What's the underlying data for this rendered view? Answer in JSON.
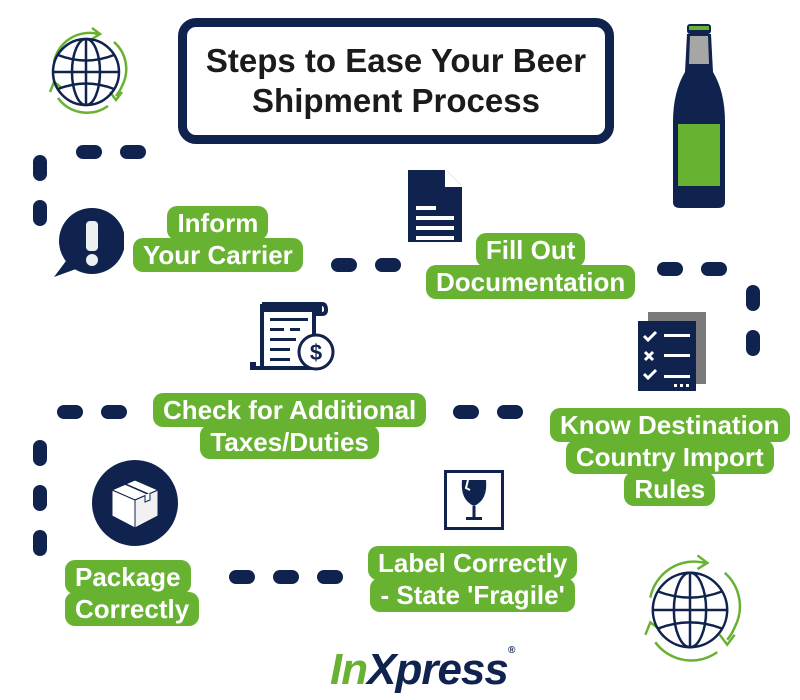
{
  "title": {
    "line1": "Steps to Ease Your Beer",
    "line2": "Shipment Process"
  },
  "steps": [
    {
      "id": "inform-carrier",
      "lines": [
        "Inform",
        "Your Carrier"
      ],
      "icon": "alert-speech-bubble-icon"
    },
    {
      "id": "fill-documentation",
      "lines": [
        "Fill Out",
        "Documentation"
      ],
      "icon": "document-icon"
    },
    {
      "id": "know-import-rules",
      "lines": [
        "Know Destination",
        "Country Import",
        "Rules"
      ],
      "icon": "checklist-icon"
    },
    {
      "id": "check-taxes",
      "lines": [
        "Check for Additional",
        "Taxes/Duties"
      ],
      "icon": "invoice-dollar-icon"
    },
    {
      "id": "package-correctly",
      "lines": [
        "Package",
        "Correctly"
      ],
      "icon": "box-icon"
    },
    {
      "id": "label-fragile",
      "lines": [
        "Label Correctly",
        "- State 'Fragile'"
      ],
      "icon": "fragile-glass-icon"
    }
  ],
  "logo": {
    "part1": "In",
    "part2": "Xpress",
    "mark": "®"
  },
  "colors": {
    "navy": "#10234e",
    "green": "#67b231",
    "gray": "#7a7a7a",
    "text": "#1b1b1b"
  }
}
